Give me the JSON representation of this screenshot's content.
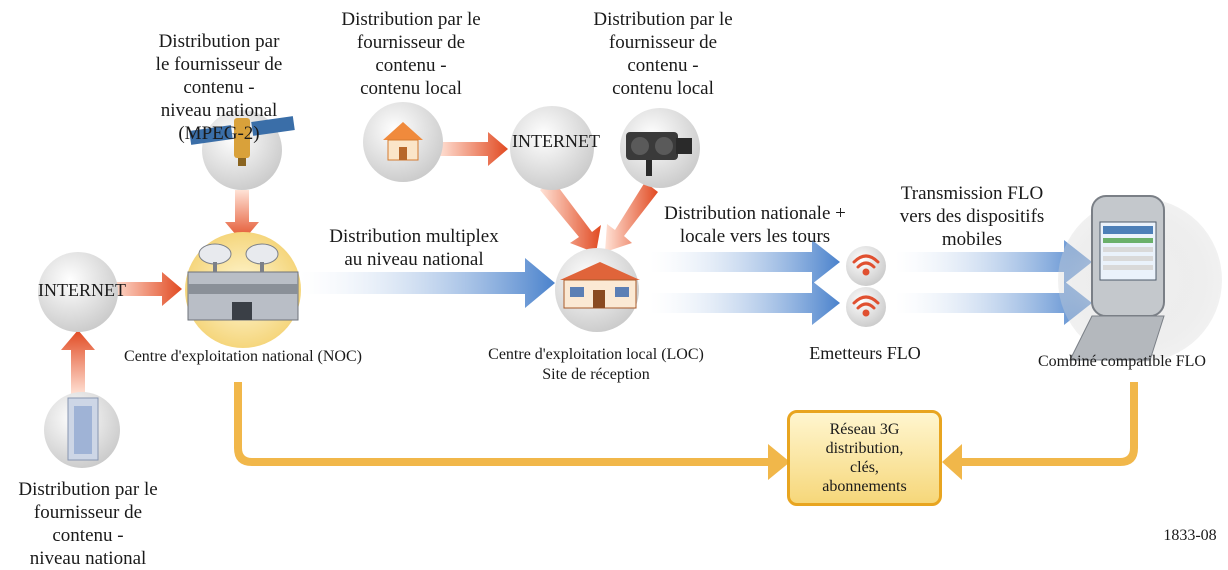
{
  "labels": {
    "satellite_provider": "Distribution par\nle fournisseur de contenu -\nniveau national\n(MPEG-2)",
    "local_provider_1": "Distribution par le\nfournisseur de\ncontenu -\ncontenu local",
    "local_provider_2": "Distribution par le\nfournisseur de\ncontenu -\ncontenu local",
    "internet_top": "INTERNET",
    "internet_left": "INTERNET",
    "multiplex": "Distribution multiplex\nau niveau national",
    "national_local": "Distribution nationale +\nlocale vers les tours",
    "flo_transmission": "Transmission FLO\nvers des dispositifs\nmobiles",
    "noc": "Centre d'exploitation national (NOC)",
    "loc": "Centre d'exploitation local (LOC)\nSite de réception",
    "emitters": "Emetteurs FLO",
    "handset": "Combiné compatible FLO",
    "national_provider": "Distribution par le\nfournisseur de\ncontenu -\nniveau national",
    "network_3g": "Réseau 3G\ndistribution,\nclés,\nabonnements",
    "figure_number": "1833-08"
  },
  "colors": {
    "blue_arrow": "#5b8fd0",
    "red_arrow": "#e5552e",
    "orange_arrow": "#f0b340",
    "node_gray": "#dcdcdc"
  }
}
